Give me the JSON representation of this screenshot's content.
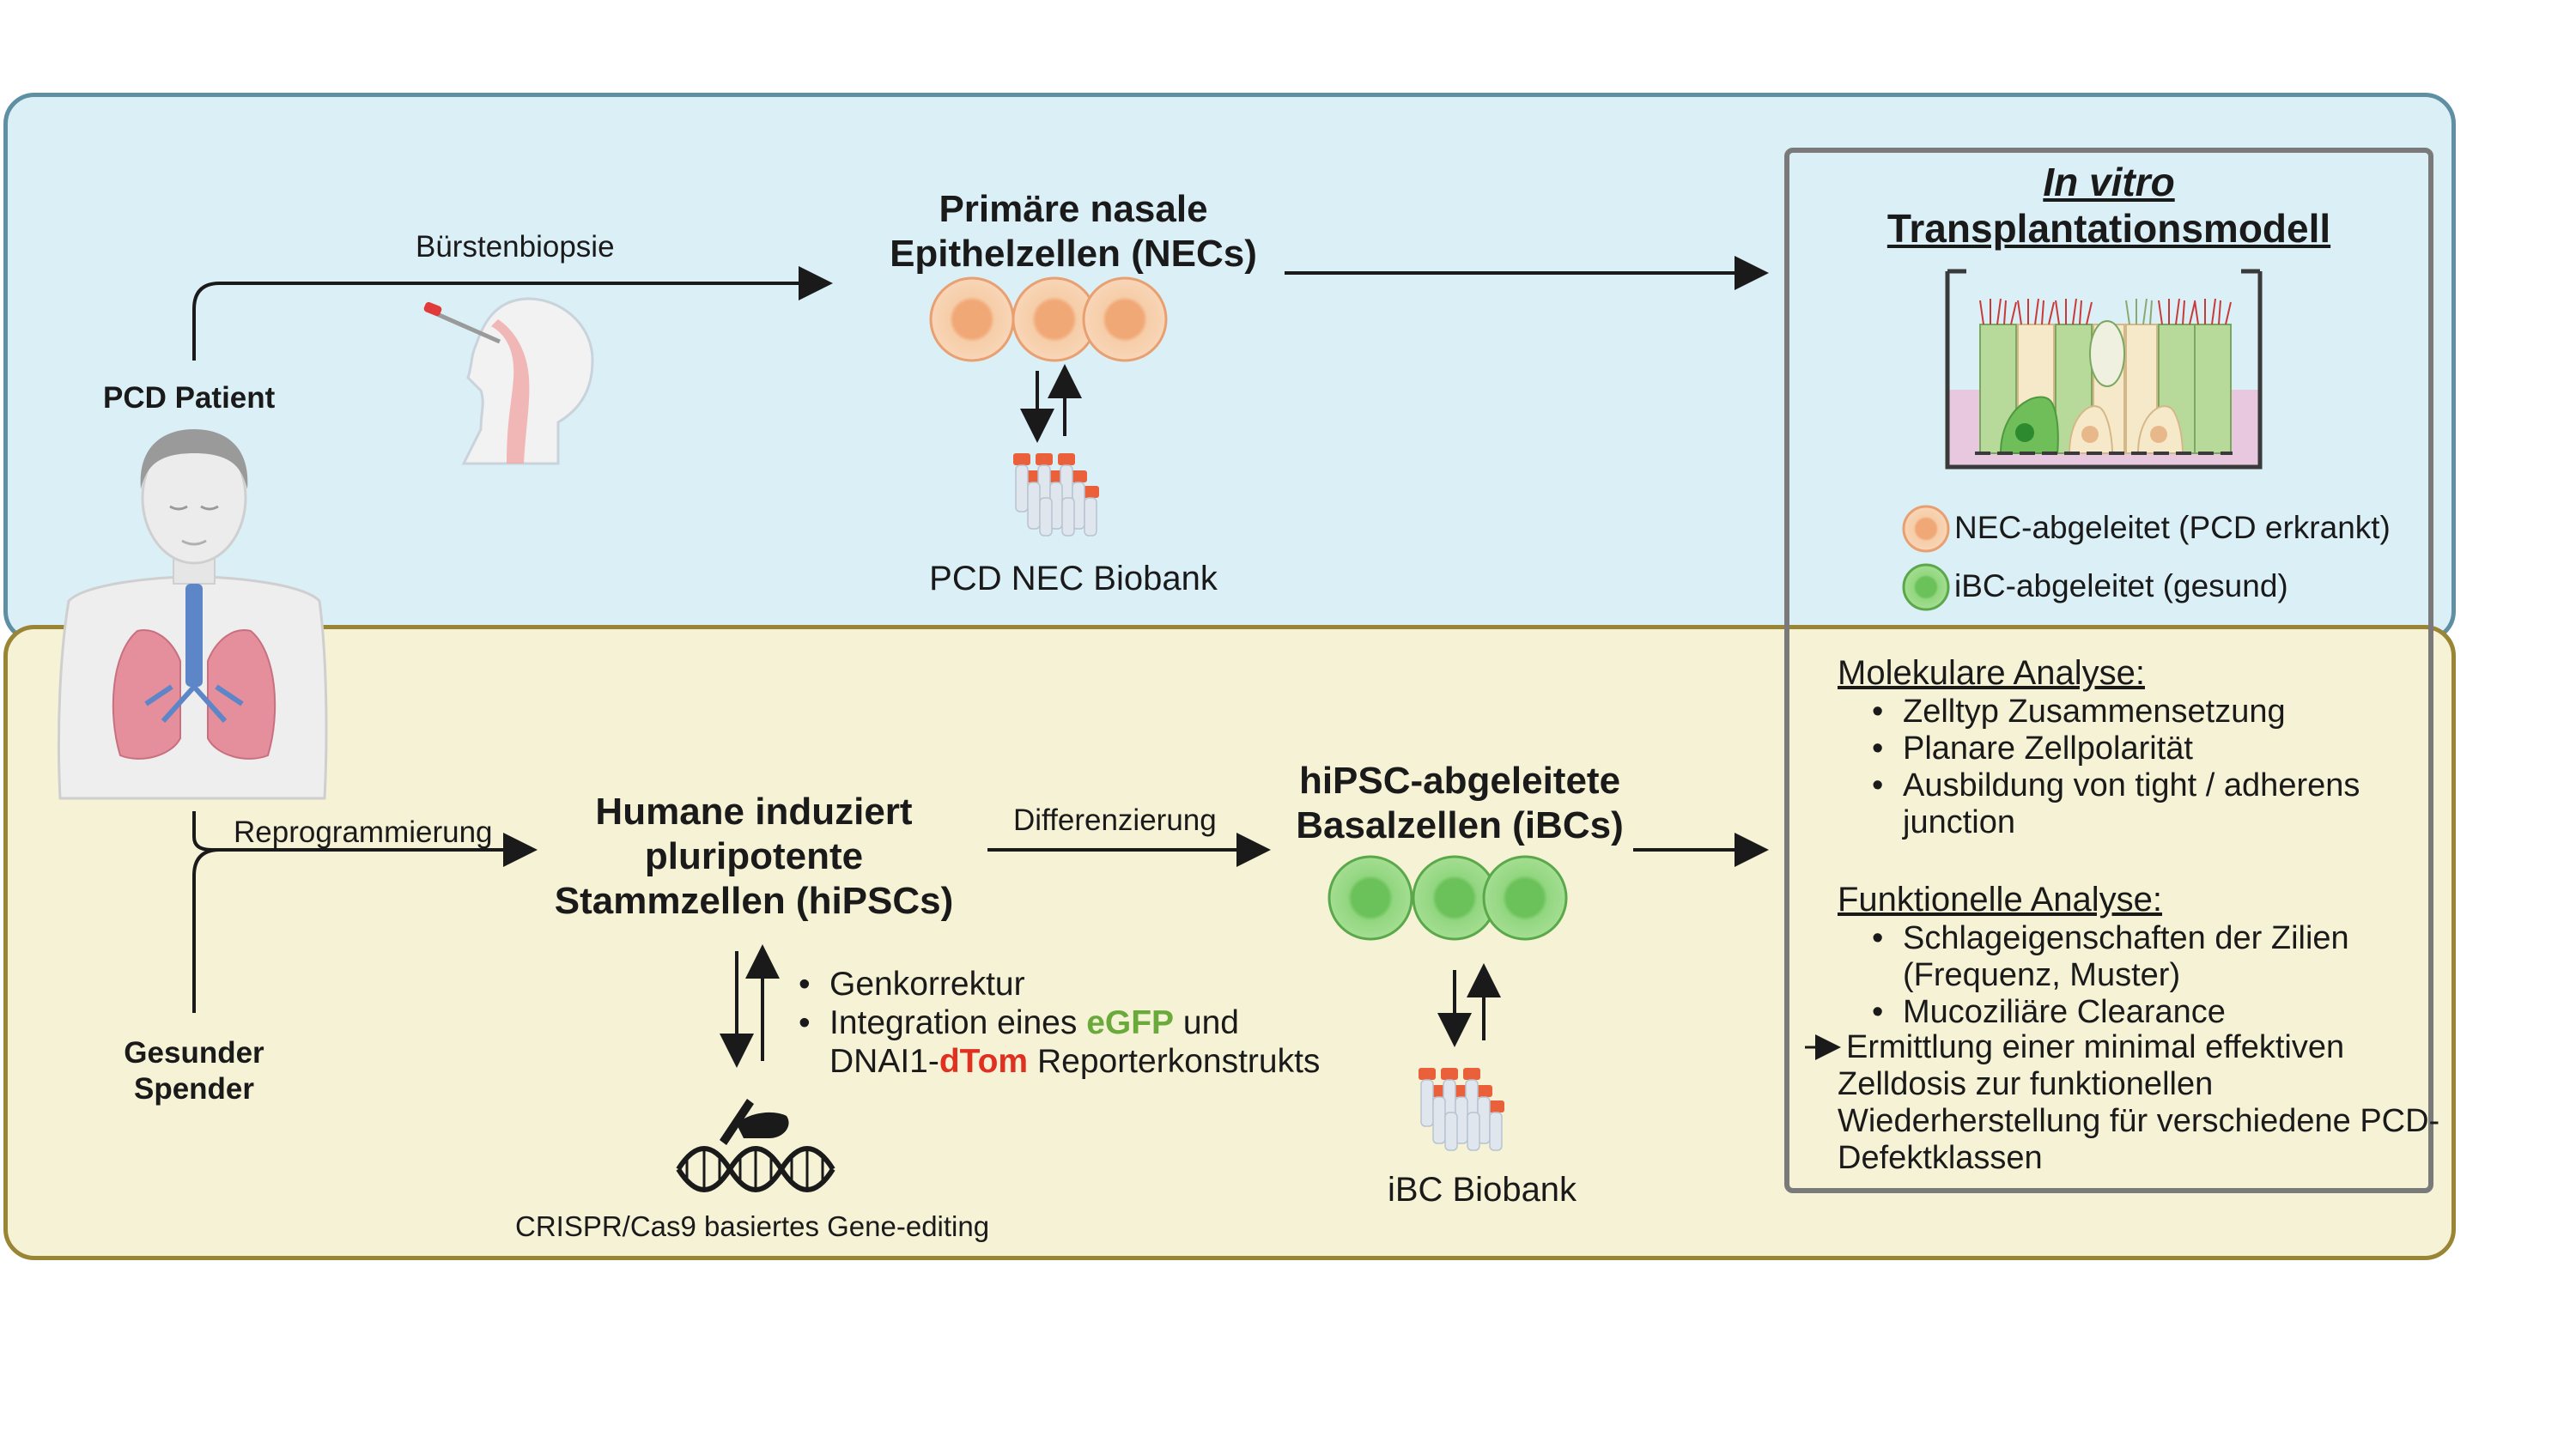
{
  "labels": {
    "pcd_patient": "PCD Patient",
    "healthy_donor_line1": "Gesunder",
    "healthy_donor_line2": "Spender",
    "brush_biopsy": "Bürstenbiopsie",
    "reprogramming": "Reprogrammierung",
    "differentiation": "Differenzierung",
    "nec_title_line1": "Primäre nasale",
    "nec_title_line2": "Epithelzellen (NECs)",
    "nec_biobank": "PCD NEC Biobank",
    "hipsc_title_line1": "Humane induziert",
    "hipsc_title_line2": "pluripotente",
    "hipsc_title_line3": "Stammzellen (hiPSCs)",
    "ibc_title_line1": "hiPSC-abgeleitete",
    "ibc_title_line2": "Basalzellen (iBCs)",
    "ibc_biobank": "iBC Biobank",
    "crispr": "CRISPR/Cas9 basiertes Gene-editing"
  },
  "editing_bullets": {
    "item1": "Genkorrektur",
    "item2_prefix": "Integration eines ",
    "item2_highlight": "eGFP",
    "item2_suffix": " und",
    "item3_prefix": "DNAI1-",
    "item3_highlight": "dTom",
    "item3_suffix": " Reporterkonstrukts"
  },
  "model": {
    "title_line1": "In vitro ",
    "title_line2": "Transplantationsmodell",
    "legend_nec": "NEC-abgeleitet (PCD erkrankt)",
    "legend_ibc": "iBC-abgeleitet (gesund)",
    "molecular_heading": "Molekulare Analyse:",
    "molecular_items": [
      "Zelltyp Zusammensetzung",
      "Planare Zellpolarität",
      "Ausbildung von tight / adherens",
      "junction"
    ],
    "functional_heading": "Funktionelle Analyse: ",
    "functional_items": [
      "Schlageigenschaften der Zilien",
      "(Frequenz, Muster)",
      "Mucoziliäre Clearance"
    ],
    "conclusion_line1": "Ermittlung einer minimal effektiven",
    "conclusion_line2": "Zelldosis zur funktionellen",
    "conclusion_line3": "Wiederherstellung für verschiedene PCD-",
    "conclusion_line4": "Defektklassen"
  },
  "colors": {
    "top_panel_bg": "#dbeff7",
    "bottom_panel_bg": "#f5f2d6",
    "egfp_green": "#6aaa3a",
    "dtom_red": "#e03020",
    "nec_cell": "#f5c7a0",
    "ibc_cell": "#8fd47a"
  }
}
